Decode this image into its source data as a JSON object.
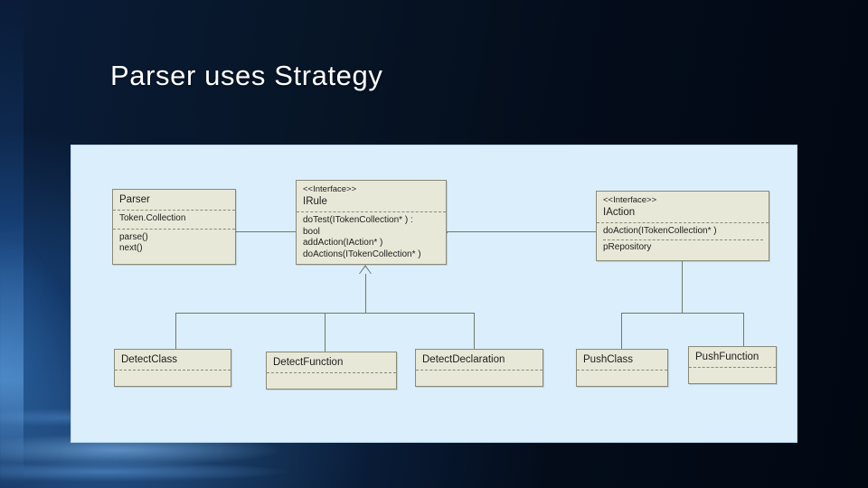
{
  "slide": {
    "title": "Parser uses Strategy"
  },
  "diagram": {
    "type": "uml-class-diagram",
    "background_color": "#dbeefb",
    "class_fill_color": "#e8e8d8",
    "classes": [
      {
        "id": "parser",
        "name": "Parser",
        "stereotype": "",
        "attributes": [
          "Token.Collection"
        ],
        "operations": [
          "parse()",
          "next()"
        ]
      },
      {
        "id": "irule",
        "name": "IRule",
        "stereotype": "<<Interface>>",
        "attributes": [],
        "operations": [
          "doTest(ITokenCollection* ) :",
          "bool",
          "addAction(IAction* )",
          "doActions(ITokenCollection* )"
        ]
      },
      {
        "id": "iaction",
        "name": "IAction",
        "stereotype": "<<Interface>>",
        "attributes": [],
        "operations": [
          "doAction(ITokenCollection* )",
          "pRepository"
        ]
      },
      {
        "id": "detectclass",
        "name": "DetectClass",
        "stereotype": "",
        "attributes": [],
        "operations": []
      },
      {
        "id": "detectfunction",
        "name": "DetectFunction",
        "stereotype": "",
        "attributes": [],
        "operations": []
      },
      {
        "id": "detectdeclaration",
        "name": "DetectDeclaration",
        "stereotype": "",
        "attributes": [],
        "operations": []
      },
      {
        "id": "pushclass",
        "name": "PushClass",
        "stereotype": "",
        "attributes": [],
        "operations": []
      },
      {
        "id": "pushfunction",
        "name": "PushFunction",
        "stereotype": "",
        "attributes": [],
        "operations": []
      }
    ],
    "relationships": [
      {
        "from": "parser",
        "to": "irule",
        "type": "aggregation"
      },
      {
        "from": "irule",
        "to": "iaction",
        "type": "aggregation"
      },
      {
        "from": "detectclass",
        "to": "irule",
        "type": "generalization"
      },
      {
        "from": "detectfunction",
        "to": "irule",
        "type": "generalization"
      },
      {
        "from": "detectdeclaration",
        "to": "irule",
        "type": "generalization"
      },
      {
        "from": "pushclass",
        "to": "iaction",
        "type": "generalization"
      },
      {
        "from": "pushfunction",
        "to": "iaction",
        "type": "generalization"
      }
    ]
  }
}
